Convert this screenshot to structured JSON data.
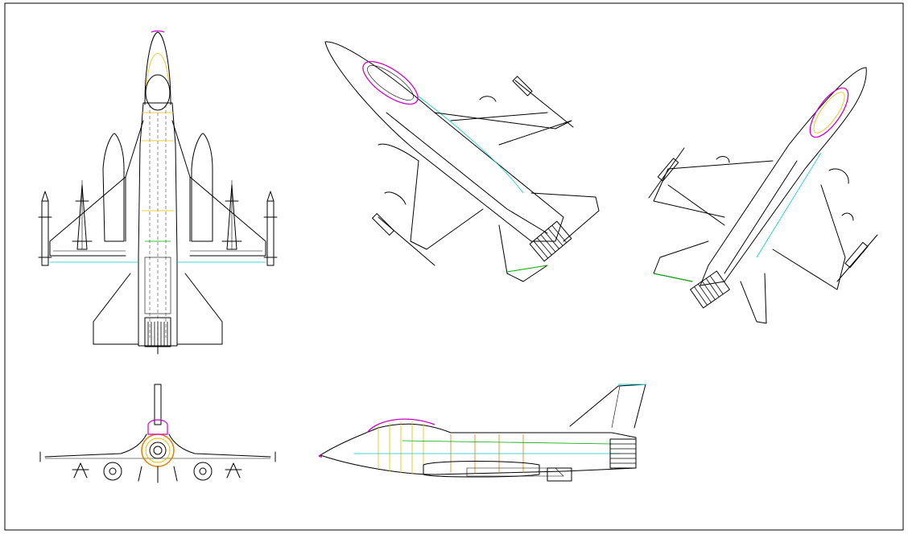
{
  "drawing": {
    "views": [
      {
        "id": "top-view"
      },
      {
        "id": "iso-view-left"
      },
      {
        "id": "iso-view-right"
      },
      {
        "id": "front-view"
      },
      {
        "id": "side-view"
      }
    ],
    "colors": {
      "line": "#000000",
      "accent_magenta": "#cc00cc",
      "accent_cyan": "#00cccc",
      "accent_yellow": "#e0c000",
      "accent_green": "#00aa00",
      "accent_orange": "#e08000"
    }
  }
}
